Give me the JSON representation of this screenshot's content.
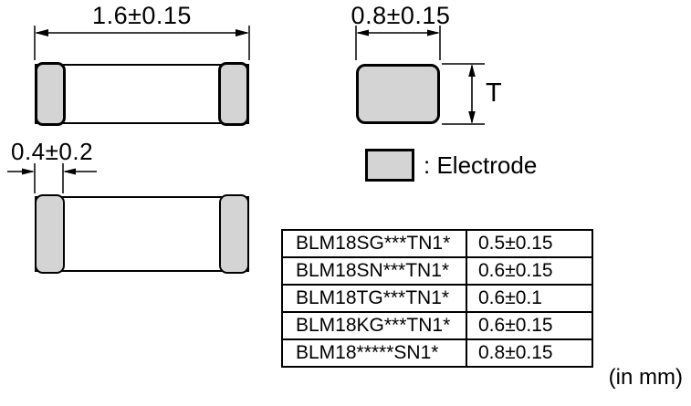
{
  "views": {
    "top_view": {
      "length_dim": "1.6±0.15"
    },
    "end_view": {
      "width_dim": "0.8±0.15",
      "thickness_label": "T"
    },
    "bottom_view": {
      "electrode_width_dim": "0.4±0.2"
    }
  },
  "legend": {
    "label": ": Electrode"
  },
  "thickness_table": {
    "rows": [
      {
        "part_number": "BLM18SG***TN1*",
        "thickness": "0.5±0.15"
      },
      {
        "part_number": "BLM18SN***TN1*",
        "thickness": "0.6±0.15"
      },
      {
        "part_number": "BLM18TG***TN1*",
        "thickness": "0.6±0.1"
      },
      {
        "part_number": "BLM18KG***TN1*",
        "thickness": "0.6±0.15"
      },
      {
        "part_number": "BLM18*****SN1*",
        "thickness": "0.8±0.15"
      }
    ]
  },
  "footer": {
    "units_note": "(in mm)"
  },
  "colors": {
    "electrode_fill": "#d4d4d4",
    "line": "#000000",
    "background": "#ffffff"
  }
}
